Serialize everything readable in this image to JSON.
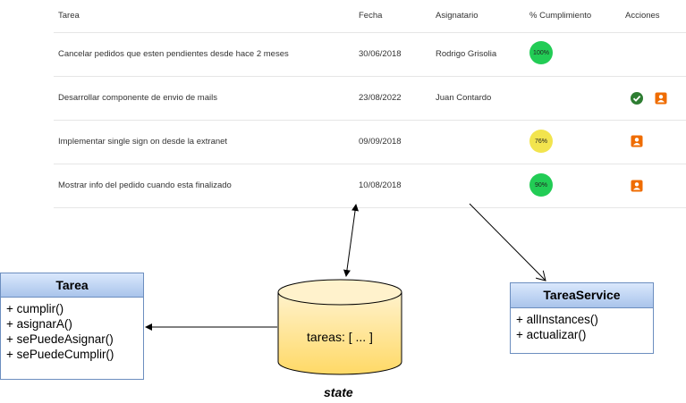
{
  "table": {
    "headers": [
      "Tarea",
      "Fecha",
      "Asignatario",
      "% Cumplimiento",
      "Acciones"
    ],
    "rows": [
      {
        "task": "Cancelar pedidos que esten pendientes desde hace 2 meses",
        "date": "30/06/2018",
        "assignee": "Rodrigo Grisolia",
        "percent": "100%",
        "badge_color": "#22cc55",
        "actions": []
      },
      {
        "task": "Desarrollar componente de envio de mails",
        "date": "23/08/2022",
        "assignee": "Juan Contardo",
        "percent": "",
        "badge_color": "",
        "actions": [
          "check-icon",
          "assign-user-icon"
        ]
      },
      {
        "task": "Implementar single sign on desde la extranet",
        "date": "09/09/2018",
        "assignee": "",
        "percent": "76%",
        "badge_color": "#f2e44e",
        "actions": [
          "assign-user-icon"
        ]
      },
      {
        "task": "Mostrar info del pedido cuando esta finalizado",
        "date": "10/08/2018",
        "assignee": "",
        "percent": "90%",
        "badge_color": "#22cc55",
        "actions": [
          "assign-user-icon"
        ]
      }
    ]
  },
  "tarea": {
    "title": "Tarea",
    "methods": [
      "+ cumplir()",
      "+ asignarA()",
      "+ sePuedeAsignar()",
      "+ sePuedeCumplir()"
    ]
  },
  "service": {
    "title": "TareaService",
    "methods": [
      "+ allInstances()",
      "+ actualizar()"
    ]
  },
  "store": {
    "label": "tareas: [ ... ]",
    "caption": "state"
  },
  "colors": {
    "check": "#2e7d32",
    "assign": "#ef6c00"
  }
}
